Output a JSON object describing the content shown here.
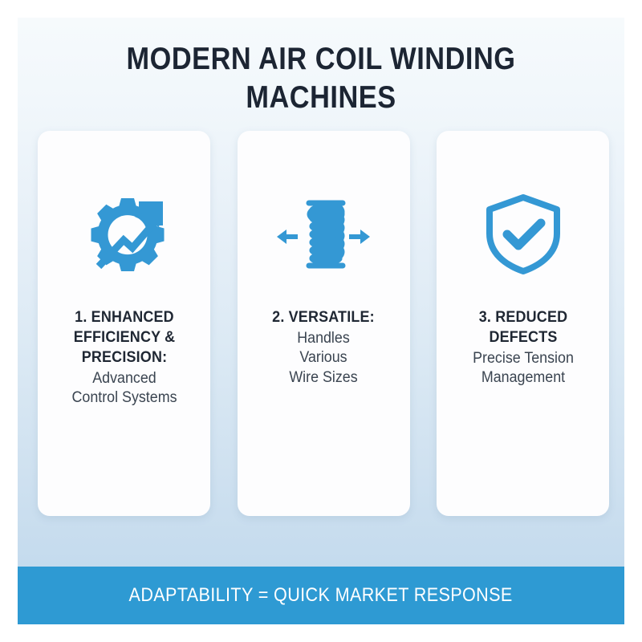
{
  "poster": {
    "title": "MODERN AIR COIL WINDING\nMACHINES",
    "background_gradient_top": "#f6fafc",
    "background_gradient_bottom": "#bed7ec",
    "title_color": "#1c2533",
    "accent_color": "#2e9ad3"
  },
  "cards": [
    {
      "icon": "gear-growth-arrow-icon",
      "heading": "1. ENHANCED\nEFFICIENCY &\nPRECISION:",
      "body": "Advanced\nControl Systems",
      "icon_color": "#3498d4"
    },
    {
      "icon": "coil-spring-horizontal-arrows-icon",
      "heading": "2. VERSATILE:",
      "body": "Handles\nVarious\nWire Sizes",
      "icon_color": "#3498d4"
    },
    {
      "icon": "shield-check-icon",
      "heading": "3. REDUCED DEFECTS",
      "body": "Precise Tension\nManagement",
      "icon_color": "#3498d4"
    }
  ],
  "footer": {
    "text": "ADAPTABILITY = QUICK MARKET RESPONSE",
    "background_color": "#2e9ad3",
    "text_color": "#ffffff"
  }
}
